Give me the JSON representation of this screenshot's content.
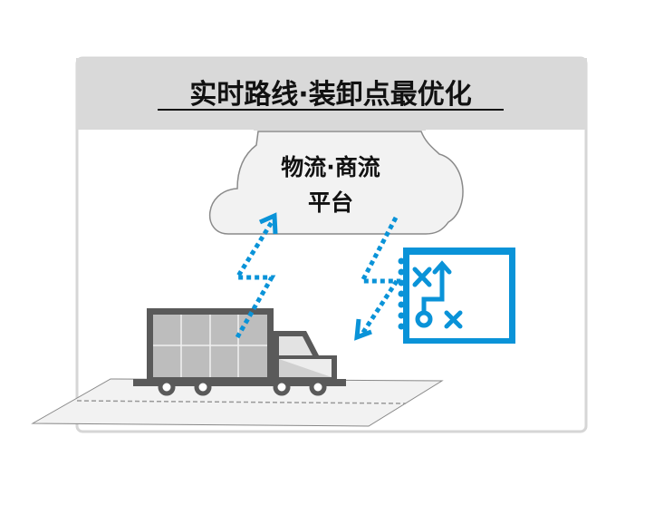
{
  "header": {
    "title": "实时路线·装卸点最优化"
  },
  "cloud": {
    "line1": "物流·商流",
    "line2": "平台"
  },
  "icons": {
    "truck": "truck-icon",
    "cloud": "cloud-icon",
    "plan": "strategy-notebook-icon"
  },
  "colors": {
    "accent": "#0a93d8",
    "header_bg": "#d9d9d9",
    "truck": "#555555",
    "cargo": "#bdbdbd"
  }
}
